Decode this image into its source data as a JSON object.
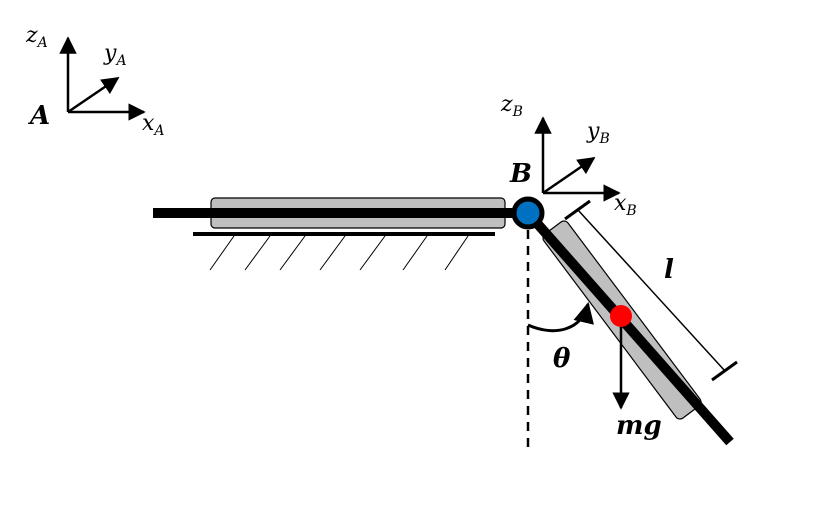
{
  "frame_a": {
    "origin_label": "A",
    "x_axis": {
      "base": "x",
      "sub": "A"
    },
    "y_axis": {
      "base": "y",
      "sub": "A"
    },
    "z_axis": {
      "base": "z",
      "sub": "A"
    }
  },
  "frame_b": {
    "origin_label": "B",
    "x_axis": {
      "base": "x",
      "sub": "B"
    },
    "y_axis": {
      "base": "y",
      "sub": "B"
    },
    "z_axis": {
      "base": "z",
      "sub": "B"
    }
  },
  "pendulum": {
    "length_label": "l",
    "angle_label": "θ",
    "force_label": "mg"
  },
  "colors": {
    "joint": "#0070C0",
    "mass_center": "#FF0000",
    "link_sleeve": "#BFBFBF",
    "rod": "#000000"
  }
}
